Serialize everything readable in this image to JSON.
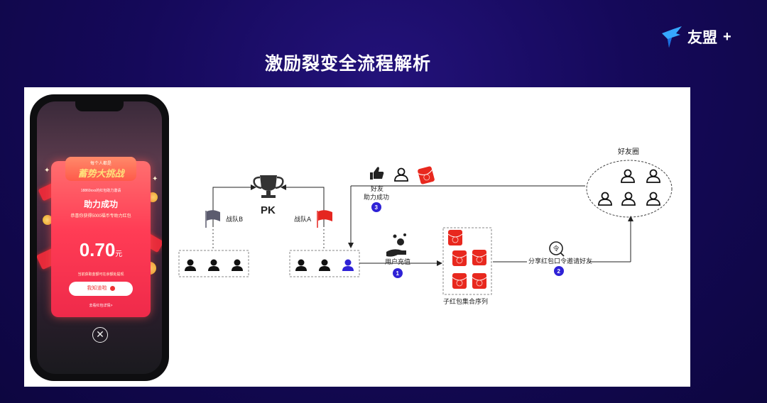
{
  "header": {
    "title": "激励裂变全流程解析",
    "logo_text": "友盟",
    "logo_plus": "+"
  },
  "phone": {
    "banner_small": "每个人都是",
    "banner_title": "蓄势大挑战",
    "line1": "18869xxx的红包助力邀请",
    "help_title": "助力成功",
    "line2": "恭喜你获得5000福币专助力红包",
    "amount": "0.70",
    "amount_unit": "元",
    "line3": "当前获取金额可在余额处提现",
    "button_label": "我知道啦",
    "foot": "去看红包详情>",
    "close_glyph": "✕"
  },
  "diagram": {
    "pk_label": "PK",
    "team_b": "战队B",
    "team_a": "战队A",
    "friend_label": "好友",
    "friend_help": "助力成功",
    "friend_circle_label": "好友圈",
    "user_recharge": "用户充值",
    "red_packet_set": "子红包集合序列",
    "share_label": "分享红包口令邀请好友",
    "step1": "1",
    "step2": "2",
    "step3": "3",
    "envelope_glyph": "¥",
    "token_glyph": "令"
  },
  "colors": {
    "accent_blue": "#2f22d6",
    "red_packet": "#e8281e",
    "flag_red": "#e52620",
    "flag_gray": "#5b5b6e",
    "background": "#15095a"
  }
}
